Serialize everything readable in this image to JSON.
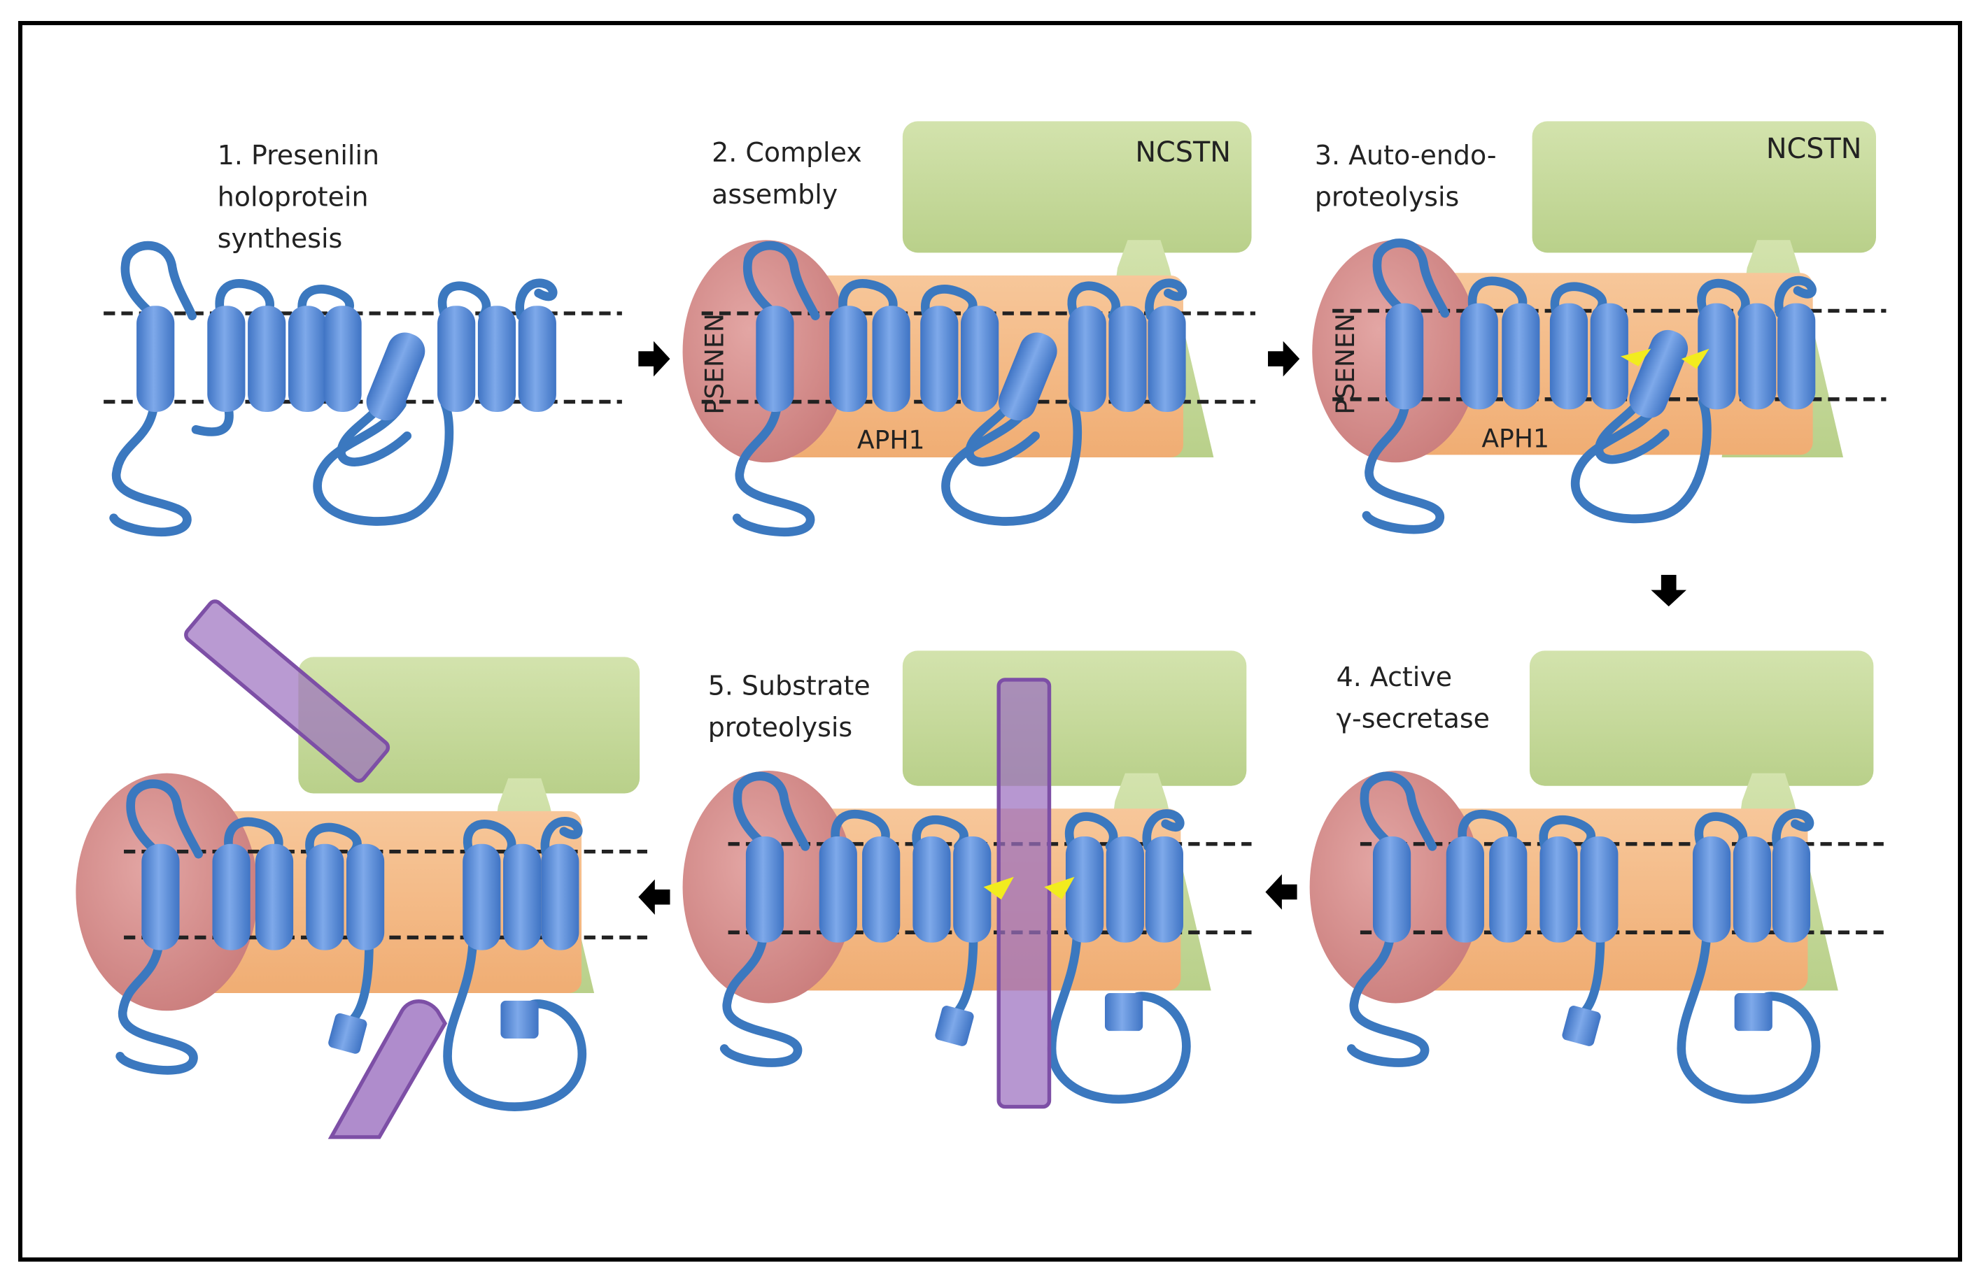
{
  "figure": {
    "steps": [
      {
        "id": "1",
        "label_lines": [
          "1. Presenilin",
          "holoprotein",
          "synthesis"
        ]
      },
      {
        "id": "2",
        "label_lines": [
          "2. Complex",
          "assembly"
        ]
      },
      {
        "id": "3",
        "label_lines": [
          "3. Auto-endo-",
          "proteolysis"
        ]
      },
      {
        "id": "4",
        "label_lines": [
          "4. Active",
          "γ-secretase"
        ]
      },
      {
        "id": "5",
        "label_lines": [
          "5. Substrate",
          "proteolysis"
        ]
      },
      {
        "id": "6",
        "label_lines": []
      }
    ],
    "subunits": {
      "ncstn": "NCSTN",
      "psenen": "PSENEN",
      "aph1": "APH1"
    },
    "colors": {
      "ncstn": "#c5d89c",
      "aph1": "#f4b984",
      "psenen": "#d9908f",
      "presenilin": "#5b8fd6",
      "substrate": "#9b6fbf",
      "active_site": "#f2ec1e"
    },
    "arrows": [
      "right",
      "right",
      "down",
      "left",
      "left"
    ]
  }
}
